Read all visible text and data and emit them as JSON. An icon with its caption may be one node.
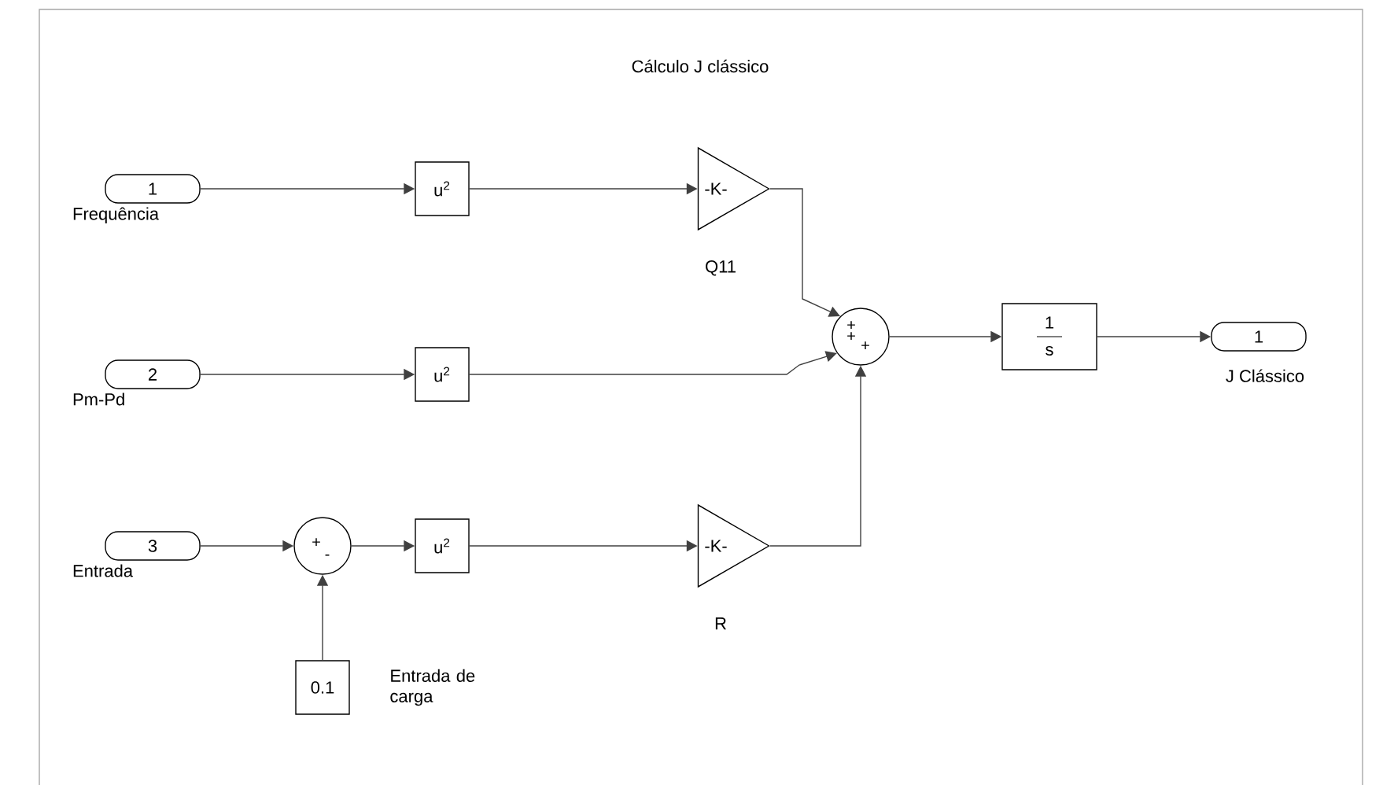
{
  "diagram": {
    "title": "Cálculo J clássico",
    "nodes": [
      {
        "text": [
          "1"
        ],
        "beside": [
          "Frequência"
        ]
      },
      {
        "text": [
          "2"
        ],
        "beside": [
          "Pm-Pd"
        ]
      },
      {
        "text": [
          "3"
        ],
        "beside": [
          "Entrada"
        ]
      },
      {
        "text": [
          "u$^{2}$"
        ]
      },
      {
        "text": [
          "u$^{2}$"
        ]
      },
      {
        "text": [
          "u$^{2}$"
        ]
      },
      {
        "text": [
          "-K-"
        ],
        "beside": [
          "Q11"
        ]
      },
      {
        "text": [
          "-K-"
        ],
        "beside": [
          "R"
        ]
      },
      {
        "text": [
          "+",
          "+",
          "+"
        ]
      },
      {
        "text": [
          "+",
          "-"
        ]
      },
      {
        "text": [
          "0.1"
        ],
        "beside": [
          "Entrada de carga"
        ]
      },
      {
        "text": [
          "1",
          "s"
        ]
      },
      {
        "text": [
          "1"
        ],
        "beside": [
          "J Clássico"
        ]
      }
    ],
    "edges": [
      {
        "from": 0,
        "to": 3,
        "arrow": "to"
      },
      {
        "from": 3,
        "to": 6,
        "arrow": "to"
      },
      {
        "from": 6,
        "to": 8,
        "arrow": "to"
      },
      {
        "from": 1,
        "to": 4,
        "arrow": "to"
      },
      {
        "from": 4,
        "to": 8,
        "arrow": "to"
      },
      {
        "from": 2,
        "to": 9,
        "arrow": "to"
      },
      {
        "from": 10,
        "to": 9,
        "arrow": "to"
      },
      {
        "from": 9,
        "to": 5,
        "arrow": "to"
      },
      {
        "from": 5,
        "to": 7,
        "arrow": "to"
      },
      {
        "from": 7,
        "to": 8,
        "arrow": "to"
      },
      {
        "from": 8,
        "to": 11,
        "arrow": "to"
      },
      {
        "from": 11,
        "to": 12,
        "arrow": "to"
      }
    ]
  }
}
